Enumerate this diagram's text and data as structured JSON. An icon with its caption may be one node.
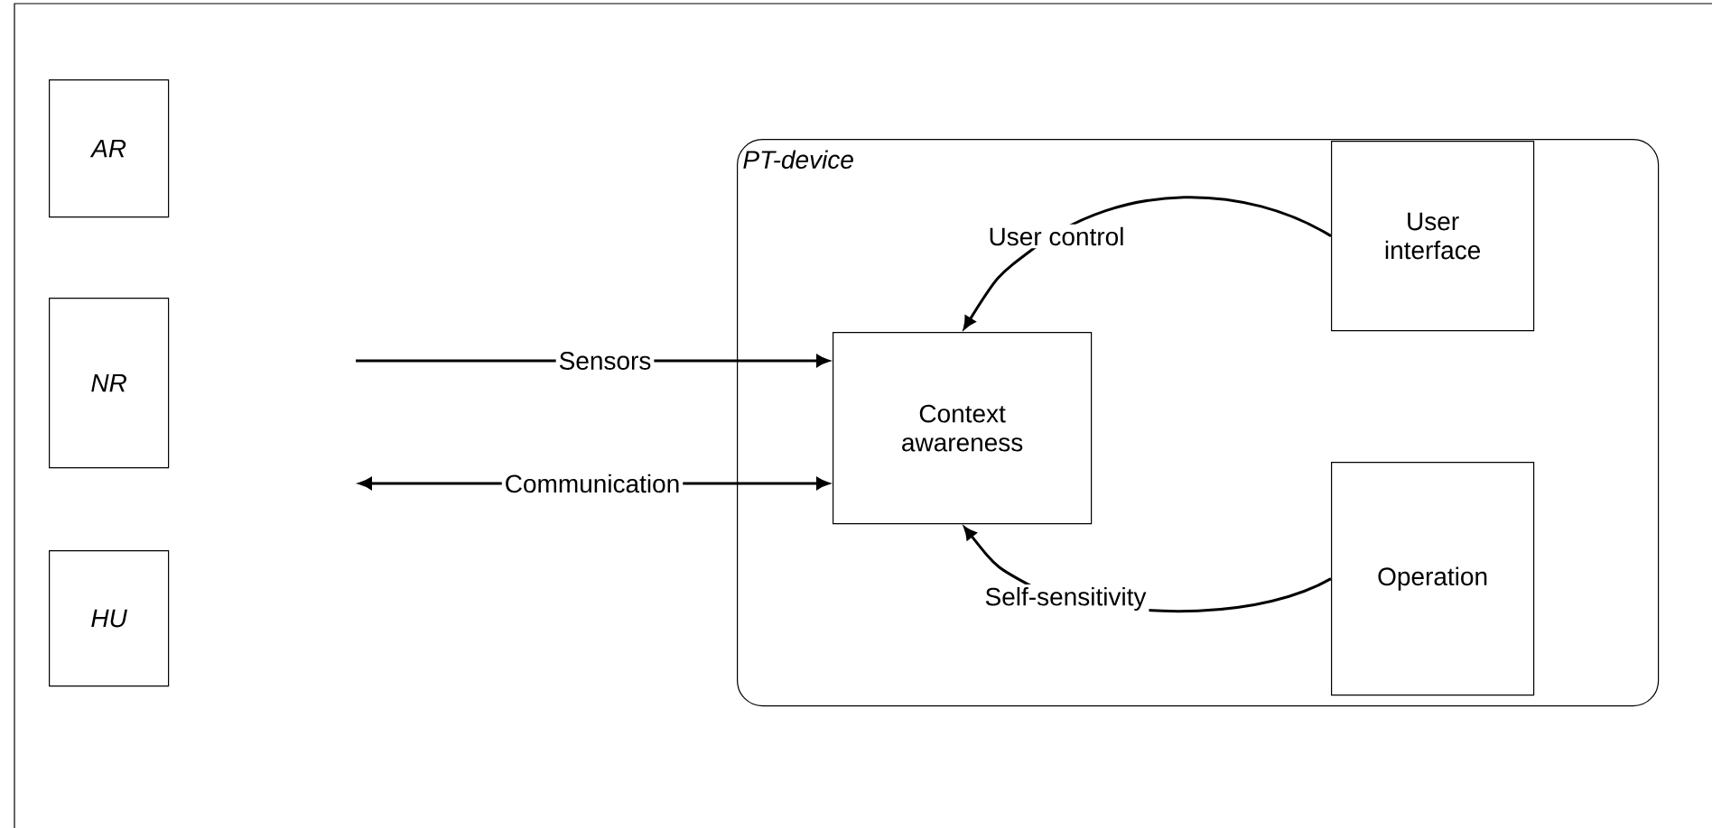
{
  "diagram": {
    "nodes": [
      {
        "text": [
          "AR"
        ]
      },
      {
        "text": [
          "NR"
        ]
      },
      {
        "text": [
          "HU"
        ]
      },
      {
        "text": [
          "PT-device"
        ]
      },
      {
        "text": [
          "Context awareness"
        ],
        "in": 3
      },
      {
        "text": [
          "User interface"
        ],
        "in": 3
      },
      {
        "text": [
          "Operation"
        ],
        "in": 3
      }
    ],
    "edges": [
      {
        "from": null,
        "to": 4,
        "arrow": "to",
        "label": "Sensors"
      },
      {
        "from": null,
        "to": 4,
        "arrow": "both",
        "label": "Communication"
      },
      {
        "from": 5,
        "to": 4,
        "arrow": "to",
        "label": "User control"
      },
      {
        "from": 6,
        "to": 4,
        "arrow": "to",
        "label": "Self-sensitivity"
      }
    ]
  }
}
